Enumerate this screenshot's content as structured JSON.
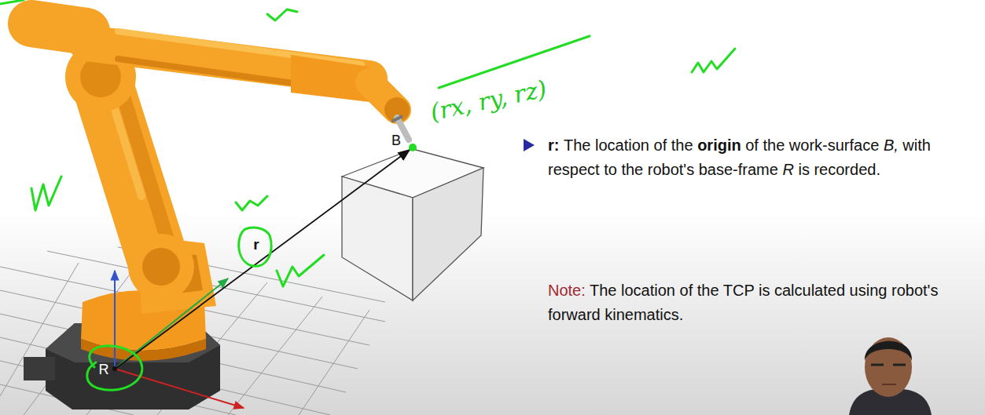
{
  "diagram": {
    "labels": [
      "R",
      "B",
      "r",
      "(rx, ry, rz)",
      "r: The location of the origin of the work-surface B, with respect to the robot's base-frame R is recorded.",
      "Note: The location of the TCP is calculated using robot's forward kinematics."
    ]
  }
}
